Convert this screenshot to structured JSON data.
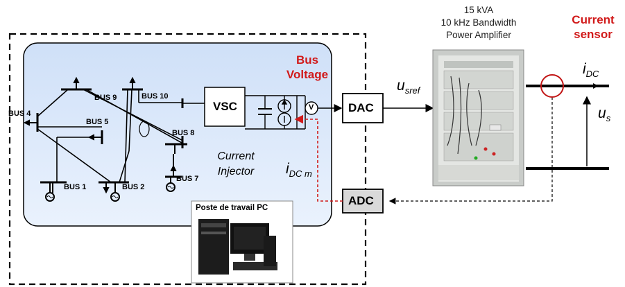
{
  "title_amp": {
    "line1": "15 kVA",
    "line2": "10 kHz Bandwidth",
    "line3": "Power Amplifier"
  },
  "labels": {
    "bus_voltage_1": "Bus",
    "bus_voltage_2": "Voltage",
    "current_sensor_1": "Current",
    "current_sensor_2": "sensor",
    "current_injector_1": "Current",
    "current_injector_2": "Injector",
    "vsc": "VSC",
    "dac": "DAC",
    "adc": "ADC",
    "voltmeter": "V",
    "usref_main": "u",
    "usref_sub": "sref",
    "idc_main": "i",
    "idc_sub": "DC",
    "idcm_main": "i",
    "idcm_sub": "DC m",
    "us_main": "u",
    "us_sub": "s",
    "pc_caption": "Poste de travail PC"
  },
  "buses": {
    "b1": "BUS 1",
    "b2": "BUS 2",
    "b4": "BUS 4",
    "b5": "BUS 5",
    "b7": "BUS 7",
    "b8": "BUS 8",
    "b9": "BUS 9",
    "b10": "BUS 10"
  },
  "colors": {
    "panel_bg": "#dce9fb",
    "highlight_red": "#d11a1a",
    "adc_fill": "#d9d9d9"
  }
}
